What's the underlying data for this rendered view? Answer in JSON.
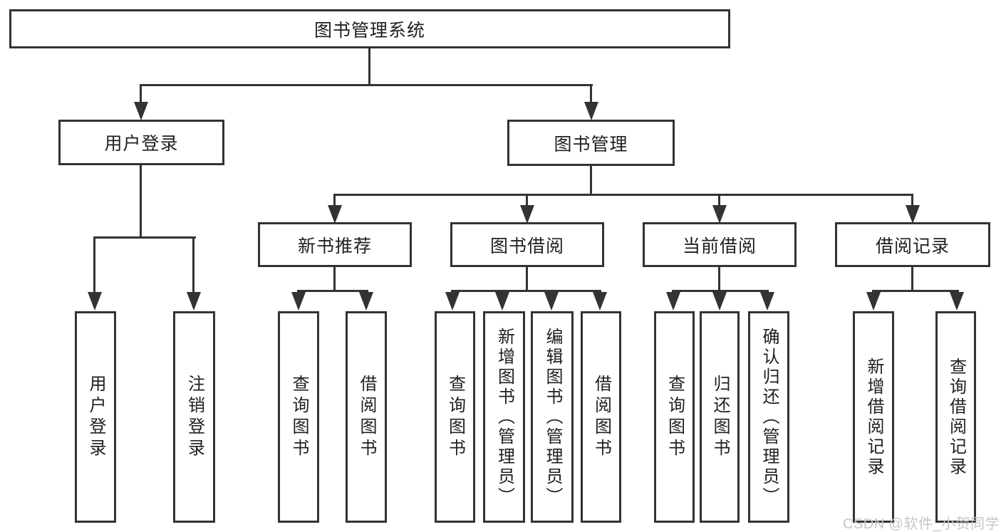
{
  "d": {
    "root": {
      "label": "图书管理系统"
    },
    "branches": [
      {
        "label": "用户登录",
        "children": [
          {
            "label": "用户登录"
          },
          {
            "label": "注销登录"
          }
        ]
      },
      {
        "label": "图书管理",
        "children": [
          {
            "label": "新书推荐",
            "children": [
              {
                "label": "查询图书"
              },
              {
                "label": "借阅图书"
              }
            ]
          },
          {
            "label": "图书借阅",
            "children": [
              {
                "label": "查询图书"
              },
              {
                "label": "新增图书（管理员）"
              },
              {
                "label": "编辑图书（管理员）"
              },
              {
                "label": "借阅图书"
              }
            ]
          },
          {
            "label": "当前借阅",
            "children": [
              {
                "label": "查询图书"
              },
              {
                "label": "归还图书"
              },
              {
                "label": "确认归还（管理员）"
              }
            ]
          },
          {
            "label": "借阅记录",
            "children": [
              {
                "label": "新增借阅记录"
              },
              {
                "label": "查询借阅记录"
              }
            ]
          }
        ]
      }
    ]
  },
  "watermark": {
    "text": "CSDN @软件_小贺同学"
  },
  "colors": {
    "line": "#333333",
    "text": "#1f1f1f",
    "background": "#ffffff",
    "watermark": "#c7c7c7"
  }
}
